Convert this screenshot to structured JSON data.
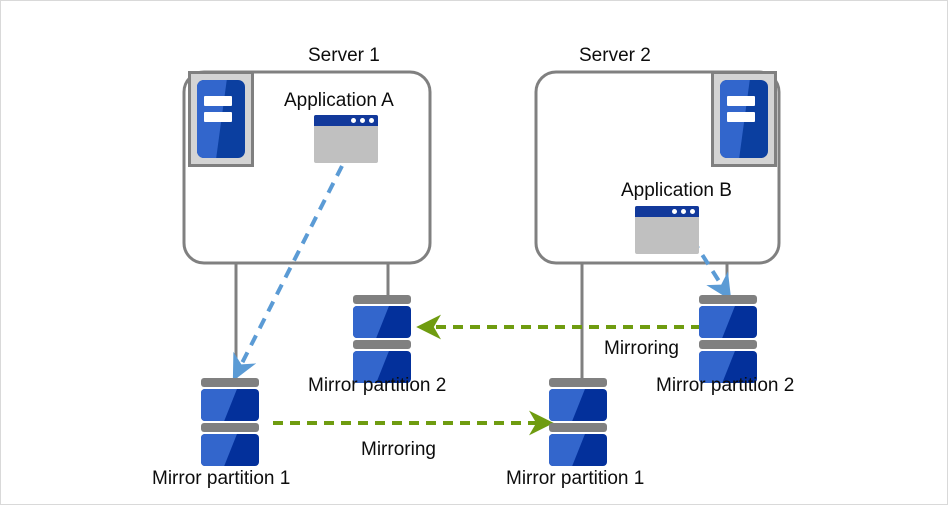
{
  "diagram": {
    "title_semantic": "mirror-partition-mirroring-diagram",
    "colors": {
      "server_box_border": "#808080",
      "connector_line": "#808080",
      "blue_arrow": "#5b9bd5",
      "green_arrow": "#6f9c10",
      "disk_blue_dark": "#03309b",
      "disk_blue_light": "#3366cc",
      "app_titlebar": "#12399b",
      "app_body": "#c0c0c0",
      "server_icon_frame": "#d4d4d4",
      "text": "#0d0d0d",
      "page_border": "#d9d9d9"
    },
    "servers": [
      {
        "name": "server-1",
        "title": "Server 1",
        "application_label": "Application  A",
        "icon": "server-icon",
        "app_icon": "application-window-icon"
      },
      {
        "name": "server-2",
        "title": "Server 2",
        "application_label": "Application  B",
        "icon": "server-icon",
        "app_icon": "application-window-icon"
      }
    ],
    "disks": [
      {
        "name": "server1-mirror-partition-1",
        "label": "Mirror partition 1",
        "icon": "disk-icon"
      },
      {
        "name": "server1-mirror-partition-2",
        "label": "Mirror partition 2",
        "icon": "disk-icon"
      },
      {
        "name": "server2-mirror-partition-1",
        "label": "Mirror partition 1",
        "icon": "disk-icon"
      },
      {
        "name": "server2-mirror-partition-2",
        "label": "Mirror partition 2",
        "icon": "disk-icon"
      }
    ],
    "mirroring_links": [
      {
        "name": "mirroring-partition-1-left-to-right",
        "label": "Mirroring",
        "direction": "right",
        "from": "server1-mirror-partition-1",
        "to": "server2-mirror-partition-1"
      },
      {
        "name": "mirroring-partition-2-right-to-left",
        "label": "Mirroring",
        "direction": "left",
        "from": "server2-mirror-partition-2",
        "to": "server1-mirror-partition-2"
      }
    ],
    "access_arrows": [
      {
        "name": "application-a-to-mirror-partition-1",
        "from": "Application  A",
        "to": "Mirror partition 1"
      },
      {
        "name": "application-b-to-mirror-partition-2",
        "from": "Application  B",
        "to": "Mirror partition 2"
      }
    ]
  }
}
